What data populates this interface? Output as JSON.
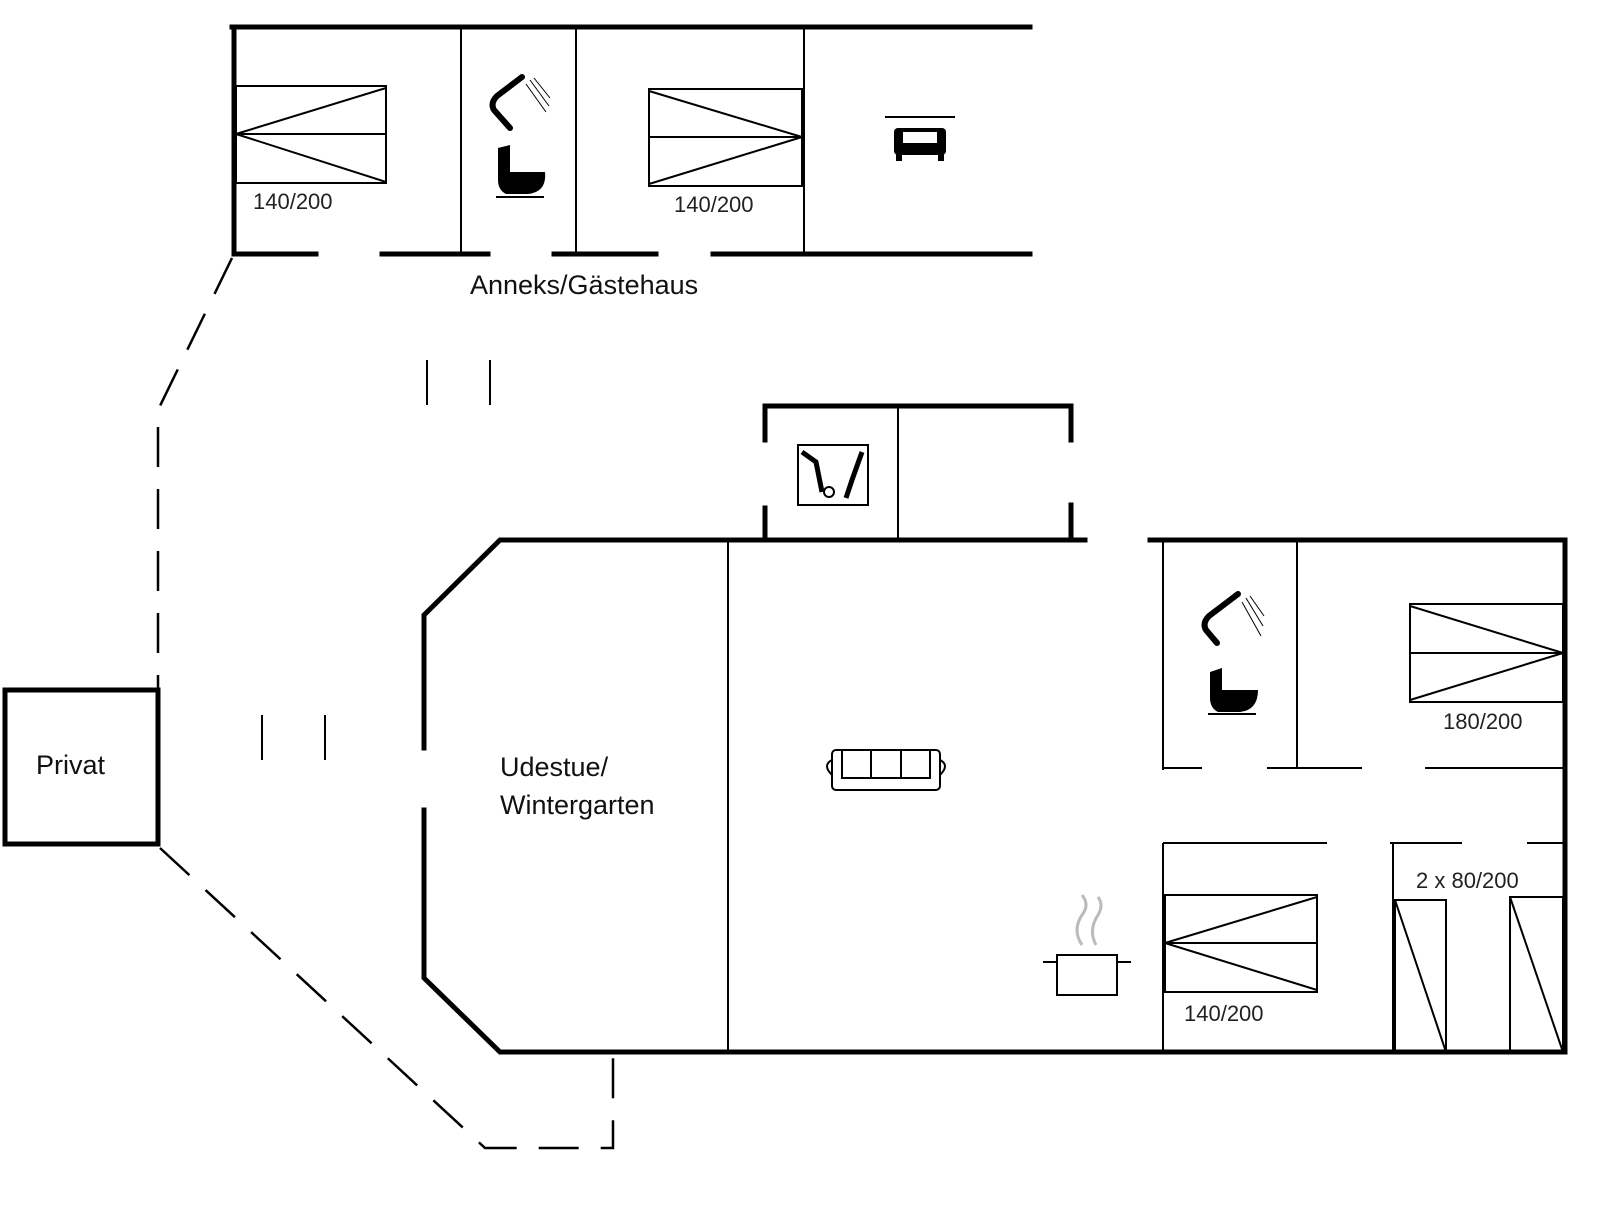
{
  "colors": {
    "line": "#000000",
    "background": "#ffffff"
  },
  "annex": {
    "label": "Anneks/Gästehaus",
    "bed_left": "140/200",
    "bed_right": "140/200",
    "icons": [
      "shower-icon",
      "toilet-icon",
      "car-icon"
    ]
  },
  "privat": {
    "label": "Privat"
  },
  "main": {
    "conservatory_line1": "Udestue/",
    "conservatory_line2": "Wintergarten",
    "bed_master": "180/200",
    "bed_lower": "140/200",
    "bed_twin": "2 x 80/200",
    "icons": [
      "washing-machine-icon",
      "sofa-icon",
      "cooking-pot-icon",
      "shower-icon",
      "toilet-icon"
    ]
  }
}
